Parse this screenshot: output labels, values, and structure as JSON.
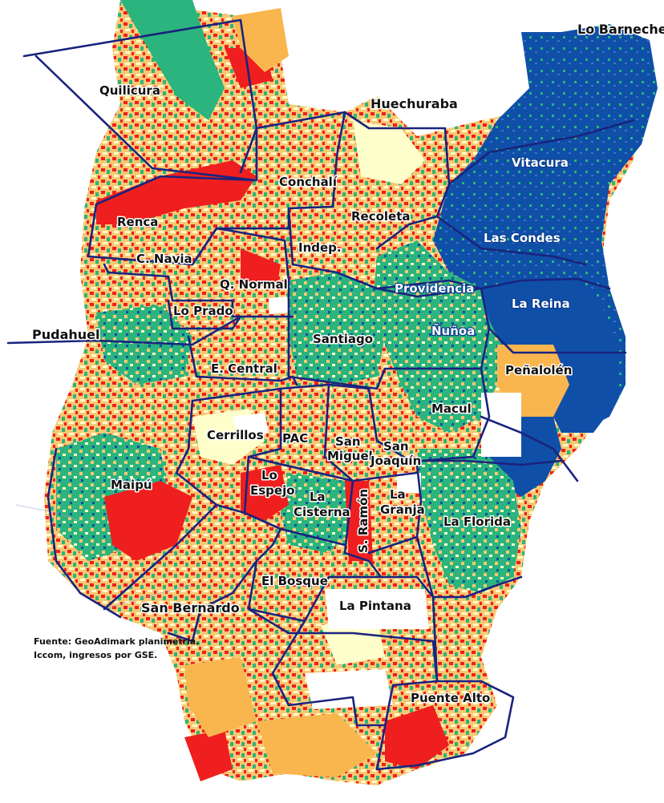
{
  "colors": {
    "abc1": "#0f4fa8",
    "c2": "#2bb47d",
    "c3": "#ffffcc",
    "d": "#f9b64e",
    "e": "#ef1f1f",
    "boundary": "#1a237e",
    "urban_mix_light": "#f4d9a6"
  },
  "source_note": {
    "line1": "Fuente: GeoAdimark planimetría.",
    "line2": "Iccom, ingresos por GSE."
  },
  "communes": {
    "lo_barnechea": "Lo Barnechea",
    "quilicura": "Quilicura",
    "huechuraba": "Huechuraba",
    "vitacura": "Vitacura",
    "conchali": "Conchalí",
    "recoleta": "Recoleta",
    "renca": "Renca",
    "las_condes": "Las Condes",
    "indep": "Indep.",
    "c_navia": "C. Navia",
    "o_normal": "Q. Normal",
    "providencia": "Providencia",
    "la_reina": "La Reina",
    "lo_prado": "Lo Prado",
    "pudahuel": "Pudahuel",
    "nunoa": "Ñuñoa",
    "santiago": "Santiago",
    "penalolen": "Peñalolén",
    "e_central": "E. Central",
    "macul": "Macul",
    "cerrillos": "Cerrillos",
    "pac": "PAC",
    "san_miguel_1": "San",
    "san_miguel_2": "Miguel",
    "san_joaquin_1": "San",
    "san_joaquin_2": "Joaquín",
    "maipu": "Maipú",
    "lo_espejo_1": "Lo",
    "lo_espejo_2": "Espejo",
    "la_cisterna_1": "La",
    "la_cisterna_2": "Cisterna",
    "s_ramon": "S. Ramón",
    "la_granja_1": "La",
    "la_granja_2": "Granja",
    "la_florida": "La Florida",
    "el_bosque": "El Bosque",
    "san_bernardo": "San Bernardo",
    "la_pintana": "La Pintana",
    "puente_alto": "Puente Alto"
  }
}
